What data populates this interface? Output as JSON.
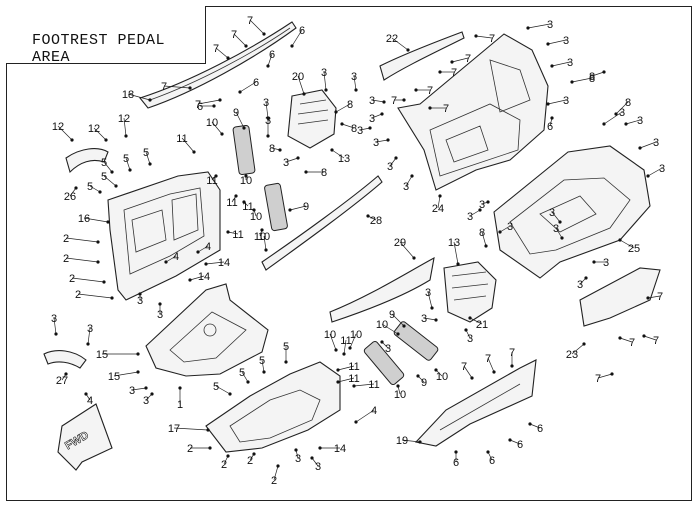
{
  "title": "FOOTREST PEDAL AREA",
  "fwd_label": "FWD",
  "callouts": [
    {
      "n": "7"
    },
    {
      "n": "7"
    },
    {
      "n": "7"
    },
    {
      "n": "6"
    },
    {
      "n": "6"
    },
    {
      "n": "7"
    },
    {
      "n": "6"
    },
    {
      "n": "7"
    },
    {
      "n": "18"
    },
    {
      "n": "6"
    },
    {
      "n": "20"
    },
    {
      "n": "3"
    },
    {
      "n": "3"
    },
    {
      "n": "8"
    },
    {
      "n": "9"
    },
    {
      "n": "10"
    },
    {
      "n": "3"
    },
    {
      "n": "8"
    },
    {
      "n": "8"
    },
    {
      "n": "3"
    },
    {
      "n": "13"
    },
    {
      "n": "8"
    },
    {
      "n": "11"
    },
    {
      "n": "11"
    },
    {
      "n": "10"
    },
    {
      "n": "11"
    },
    {
      "n": "10"
    },
    {
      "n": "11"
    },
    {
      "n": "9"
    },
    {
      "n": "10"
    },
    {
      "n": "11"
    },
    {
      "n": "10"
    },
    {
      "n": "28"
    },
    {
      "n": "12"
    },
    {
      "n": "12"
    },
    {
      "n": "12"
    },
    {
      "n": "26"
    },
    {
      "n": "5"
    },
    {
      "n": "5"
    },
    {
      "n": "5"
    },
    {
      "n": "5"
    },
    {
      "n": "5"
    },
    {
      "n": "16"
    },
    {
      "n": "2"
    },
    {
      "n": "2"
    },
    {
      "n": "2"
    },
    {
      "n": "2"
    },
    {
      "n": "4"
    },
    {
      "n": "14"
    },
    {
      "n": "14"
    },
    {
      "n": "4"
    },
    {
      "n": "3"
    },
    {
      "n": "3"
    },
    {
      "n": "22"
    },
    {
      "n": "7"
    },
    {
      "n": "7"
    },
    {
      "n": "7"
    },
    {
      "n": "7"
    },
    {
      "n": "7"
    },
    {
      "n": "7"
    },
    {
      "n": "3"
    },
    {
      "n": "3"
    },
    {
      "n": "3"
    },
    {
      "n": "8"
    },
    {
      "n": "3"
    },
    {
      "n": "6"
    },
    {
      "n": "3"
    },
    {
      "n": "3"
    },
    {
      "n": "3"
    },
    {
      "n": "3"
    },
    {
      "n": "3"
    },
    {
      "n": "3"
    },
    {
      "n": "3"
    },
    {
      "n": "24"
    },
    {
      "n": "3"
    },
    {
      "n": "8"
    },
    {
      "n": "3"
    },
    {
      "n": "3"
    },
    {
      "n": "3"
    },
    {
      "n": "3"
    },
    {
      "n": "25"
    },
    {
      "n": "3"
    },
    {
      "n": "8"
    },
    {
      "n": "8"
    },
    {
      "n": "3"
    },
    {
      "n": "3"
    },
    {
      "n": "3"
    },
    {
      "n": "3"
    },
    {
      "n": "3"
    },
    {
      "n": "7"
    },
    {
      "n": "29"
    },
    {
      "n": "13"
    },
    {
      "n": "21"
    },
    {
      "n": "3"
    },
    {
      "n": "3"
    },
    {
      "n": "9"
    },
    {
      "n": "10"
    },
    {
      "n": "3"
    },
    {
      "n": "10"
    },
    {
      "n": "9"
    },
    {
      "n": "10"
    },
    {
      "n": "7"
    },
    {
      "n": "7"
    },
    {
      "n": "7"
    },
    {
      "n": "6"
    },
    {
      "n": "6"
    },
    {
      "n": "6"
    },
    {
      "n": "19"
    },
    {
      "n": "6"
    },
    {
      "n": "7"
    },
    {
      "n": "7"
    },
    {
      "n": "7"
    },
    {
      "n": "23"
    },
    {
      "n": "3"
    },
    {
      "n": "3"
    },
    {
      "n": "27"
    },
    {
      "n": "4"
    },
    {
      "n": "15"
    },
    {
      "n": "15"
    },
    {
      "n": "3"
    },
    {
      "n": "3"
    },
    {
      "n": "1"
    },
    {
      "n": "5"
    },
    {
      "n": "5"
    },
    {
      "n": "5"
    },
    {
      "n": "5"
    },
    {
      "n": "17"
    },
    {
      "n": "2"
    },
    {
      "n": "2"
    },
    {
      "n": "2"
    },
    {
      "n": "2"
    },
    {
      "n": "3"
    },
    {
      "n": "3"
    },
    {
      "n": "14"
    },
    {
      "n": "4"
    },
    {
      "n": "11"
    },
    {
      "n": "11"
    },
    {
      "n": "11"
    },
    {
      "n": "11"
    },
    {
      "n": "10"
    },
    {
      "n": "10"
    },
    {
      "n": "3"
    }
  ]
}
